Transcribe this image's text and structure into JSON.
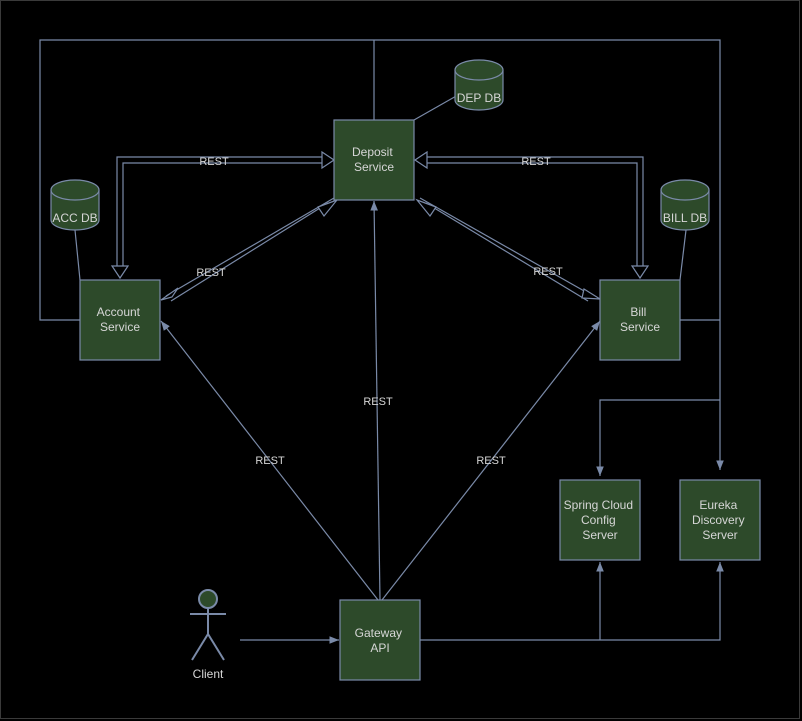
{
  "colors": {
    "background": "#000000",
    "box_fill": "#2d4a2a",
    "stroke": "#7a8aa8",
    "text": "#d6d6d6"
  },
  "nodes": {
    "deposit": [
      "Deposit",
      "Service"
    ],
    "account": [
      "Account",
      "Service"
    ],
    "bill": [
      "Bill",
      "Service"
    ],
    "gateway": [
      "Gateway",
      "API"
    ],
    "config": [
      "Spring Cloud",
      "Config",
      "Server"
    ],
    "eureka": [
      "Eureka",
      "Discovery",
      "Server"
    ]
  },
  "databases": {
    "dep": "DEP DB",
    "acc": "ACC DB",
    "bill": "BILL DB"
  },
  "actor": {
    "label": "Client",
    "icon": "person-icon"
  },
  "edge_labels": {
    "acc_dep": "REST",
    "bill_dep": "REST",
    "dep_acc": "REST",
    "dep_bill": "REST",
    "gw_acc": "REST",
    "gw_dep": "REST",
    "gw_bill": "REST"
  }
}
